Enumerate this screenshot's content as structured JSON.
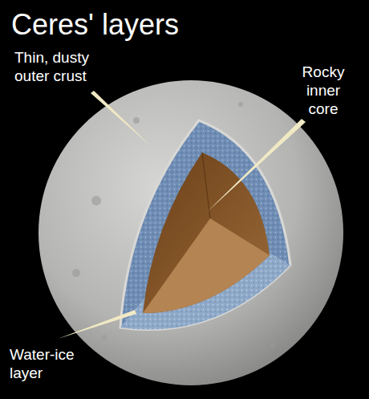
{
  "diagram": {
    "title": "Ceres' layers",
    "labels": [
      "Thin, dusty outer crust",
      "Rocky inner core",
      "Water-ice layer"
    ]
  }
}
